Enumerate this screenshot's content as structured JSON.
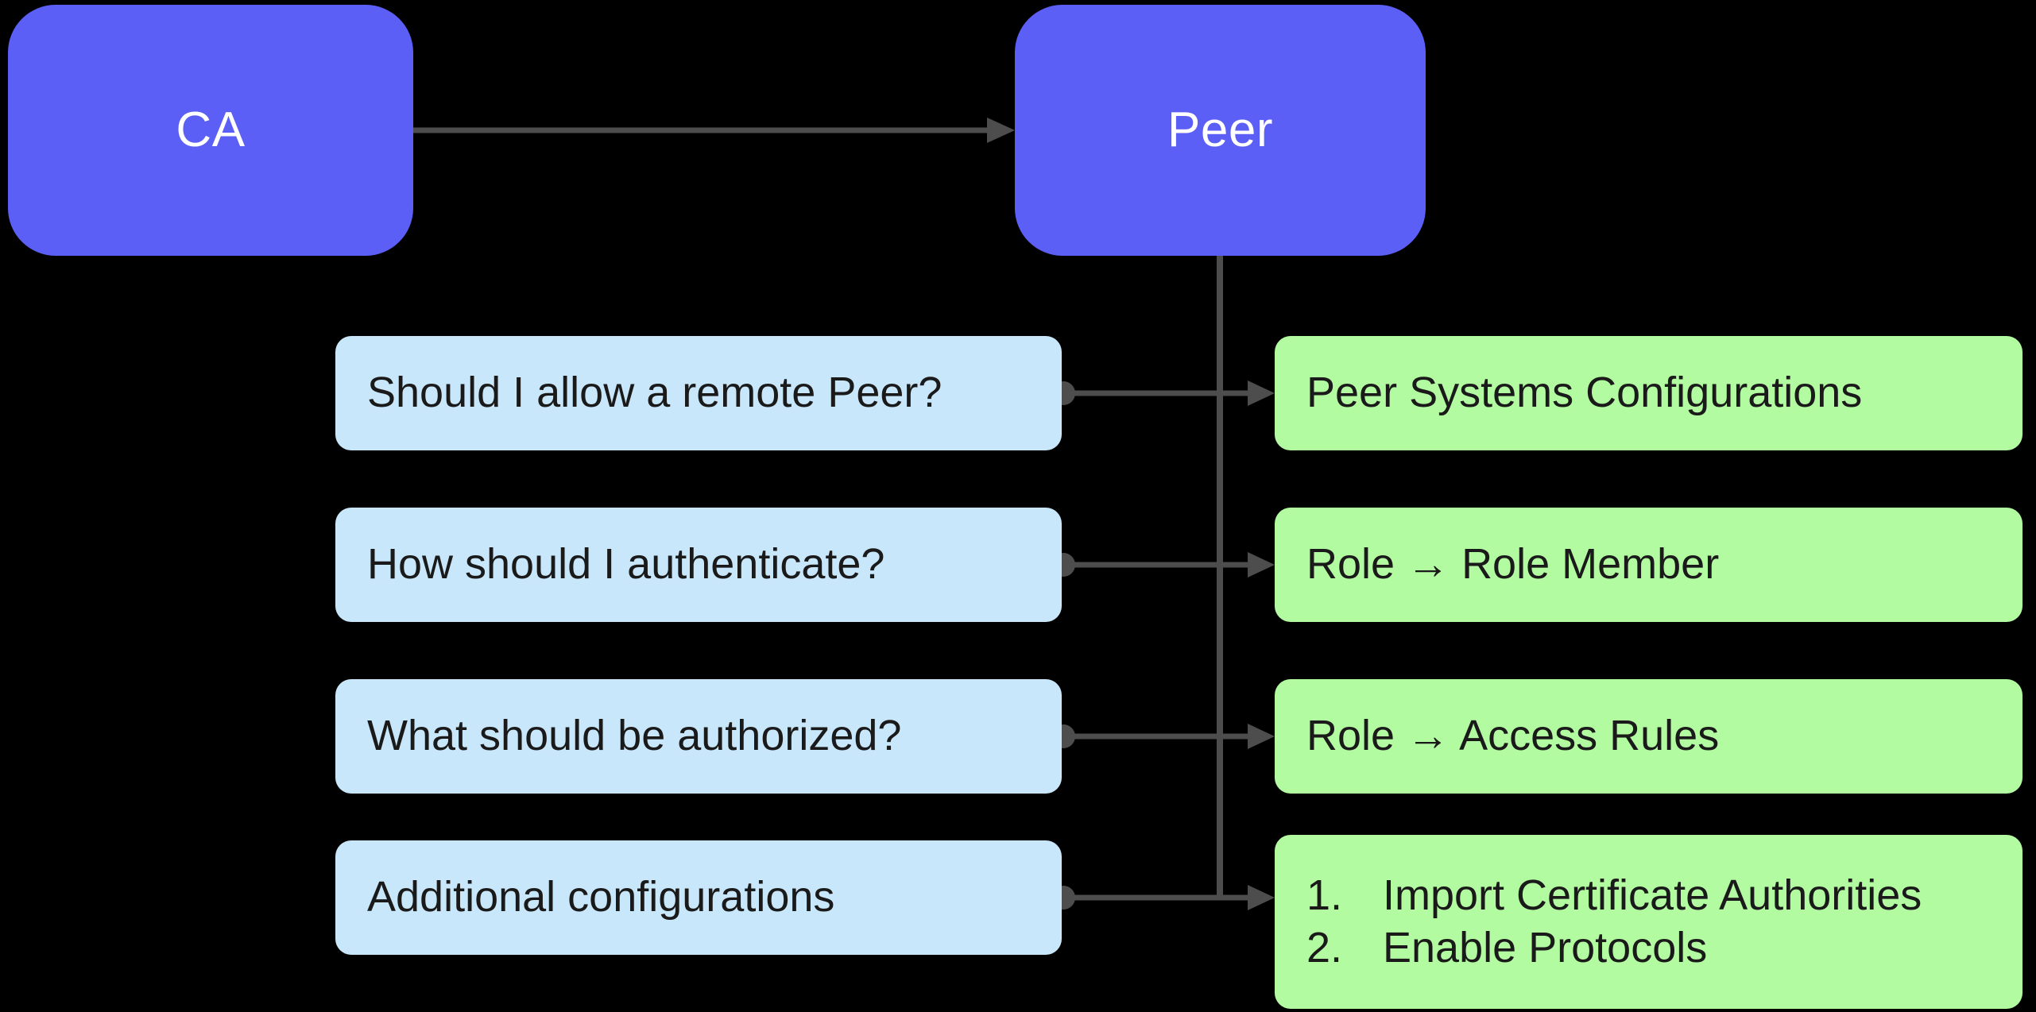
{
  "palette": {
    "background": "#000000",
    "node": "#5C5FF6",
    "node_text": "#FFFFFF",
    "question": "#C9E7FA",
    "answer": "#B3FBA1",
    "connector": "#4D4D4D",
    "box_text": "#1A1A1A"
  },
  "nodes": {
    "ca": {
      "label": "CA"
    },
    "peer": {
      "label": "Peer"
    }
  },
  "rows": [
    {
      "question": "Should I allow a remote Peer?",
      "answer": "Peer Systems Configurations"
    },
    {
      "question": "How should I authenticate?",
      "answer": "Role → Role Member"
    },
    {
      "question": "What should be authorized?",
      "answer": "Role → Access Rules"
    },
    {
      "question": "Additional configurations",
      "answer_list": [
        {
          "num": "1.",
          "text": "Import Certificate Authorities"
        },
        {
          "num": "2.",
          "text": "Enable Protocols"
        }
      ]
    }
  ]
}
